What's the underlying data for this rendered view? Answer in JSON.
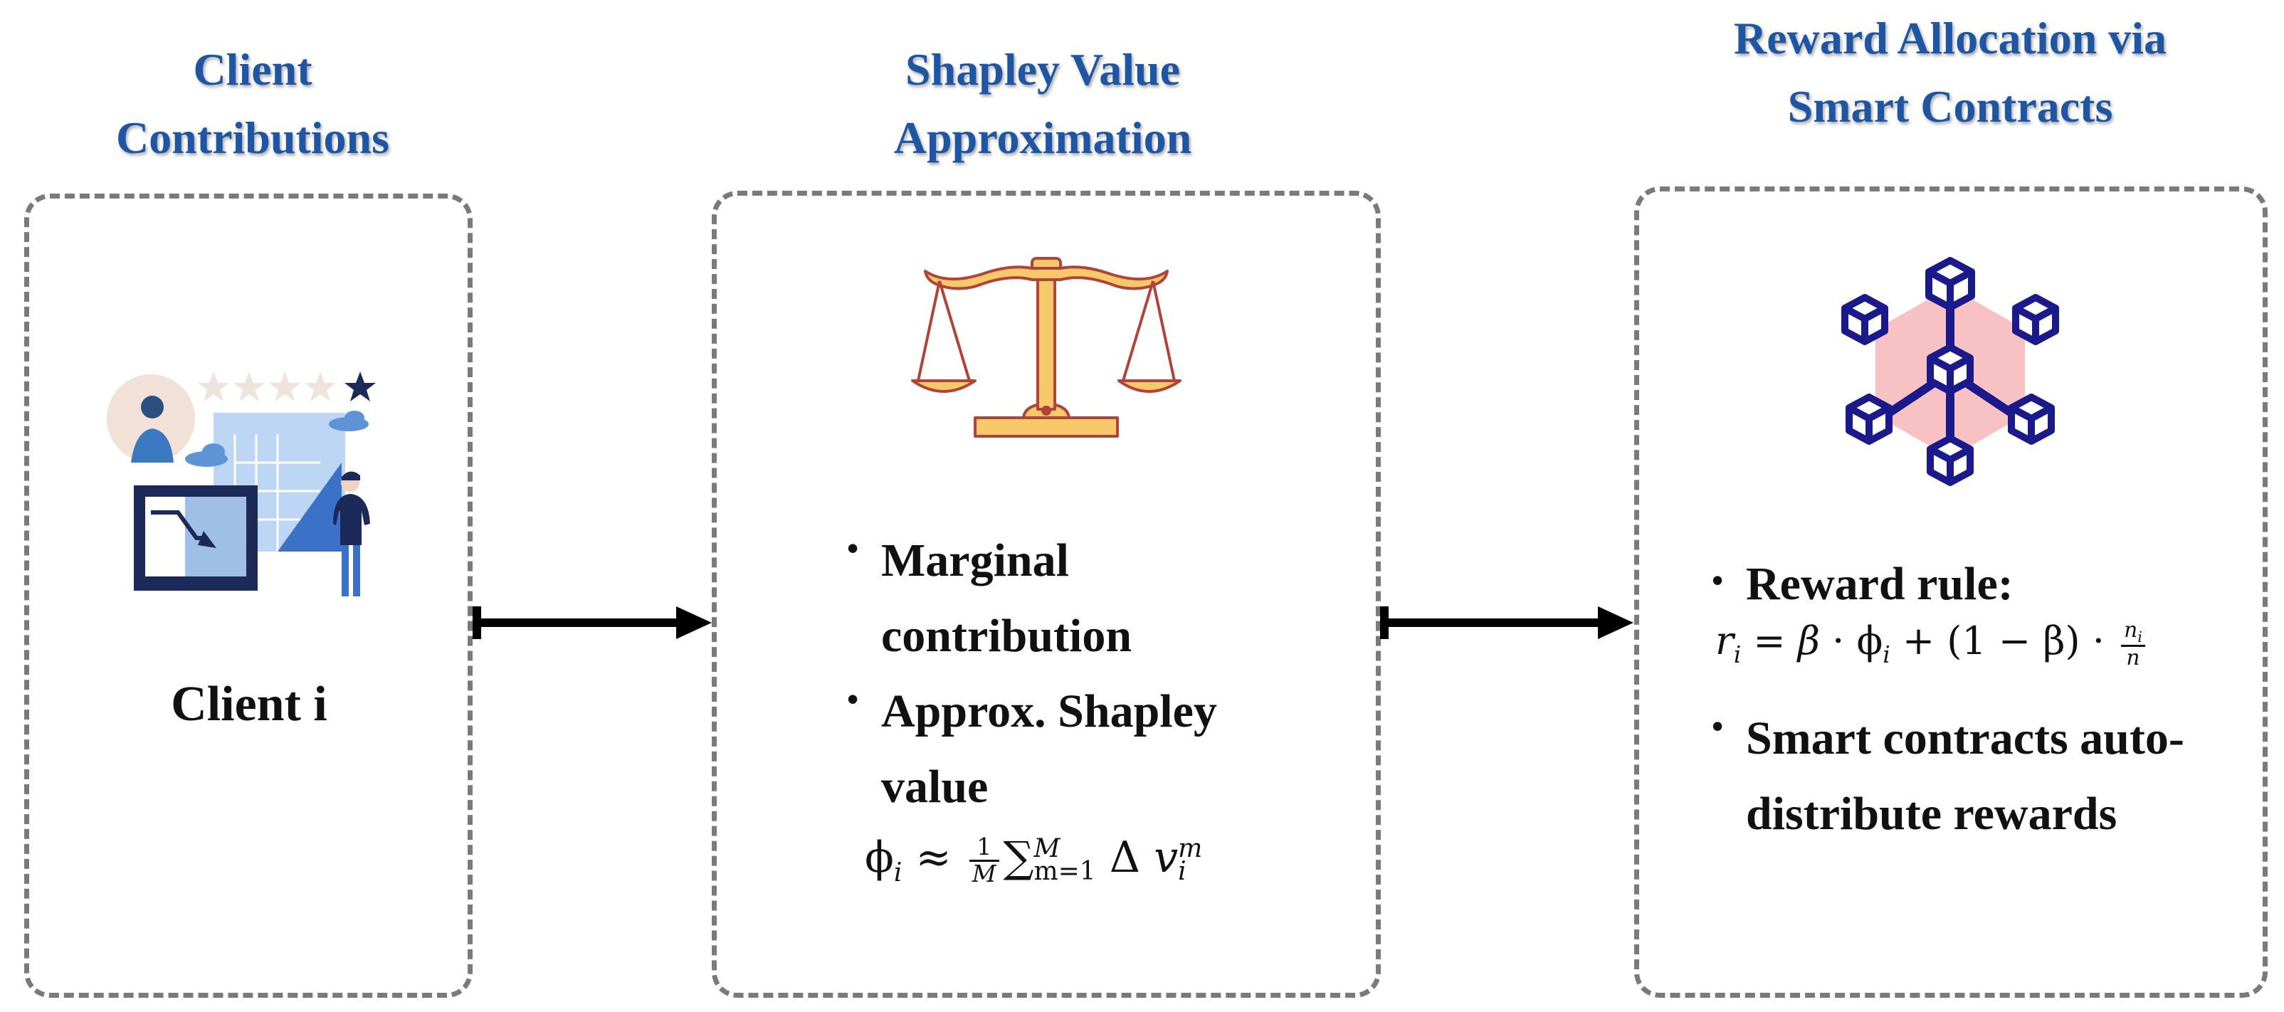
{
  "columns": {
    "left": {
      "title_lines": [
        "Client",
        "Contributions"
      ],
      "client_label": "Client i"
    },
    "middle": {
      "title_lines": [
        "Shapley Value",
        "Approximation"
      ],
      "bullets": [
        {
          "lines": [
            "Marginal",
            "contribution"
          ]
        },
        {
          "lines": [
            "Approx. Shapley",
            "value"
          ]
        }
      ],
      "formula": {
        "lhs": "ϕ",
        "lhs_sub": "i",
        "approx": "≈",
        "frac_num": "1",
        "frac_den": "M",
        "sum_symbol": "∑",
        "sum_sup": "M",
        "sum_sub": "m=1",
        "delta": "Δ",
        "var": "v",
        "var_sup": "m",
        "var_sub": "i"
      }
    },
    "right": {
      "title_lines": [
        "Reward Allocation via",
        "Smart Contracts"
      ],
      "bullet1": "Reward rule:",
      "formula": {
        "lhs": "r",
        "lhs_sub": "i",
        "eq": "=",
        "beta": "β",
        "dot": "·",
        "phi": "ϕ",
        "phi_sub": "i",
        "plus": "+",
        "paren": "(1 − β)",
        "frac_num": "n",
        "frac_num_sub": "i",
        "frac_den": "n"
      },
      "bullet2_lines": [
        "Smart contracts auto-",
        "distribute rewards"
      ]
    }
  },
  "icons": {
    "left": "client-contribution-illustration-icon",
    "middle": "balance-scale-icon",
    "right": "blockchain-network-icon"
  },
  "colors": {
    "title": "#1f56a3",
    "panel_border": "#7a7a7a",
    "scale_fill": "#f7c96a",
    "scale_stroke": "#b0433a",
    "blockchain_blue": "#1b1a8c",
    "blockchain_hex": "#f8c1c3",
    "arrow": "#000000"
  }
}
